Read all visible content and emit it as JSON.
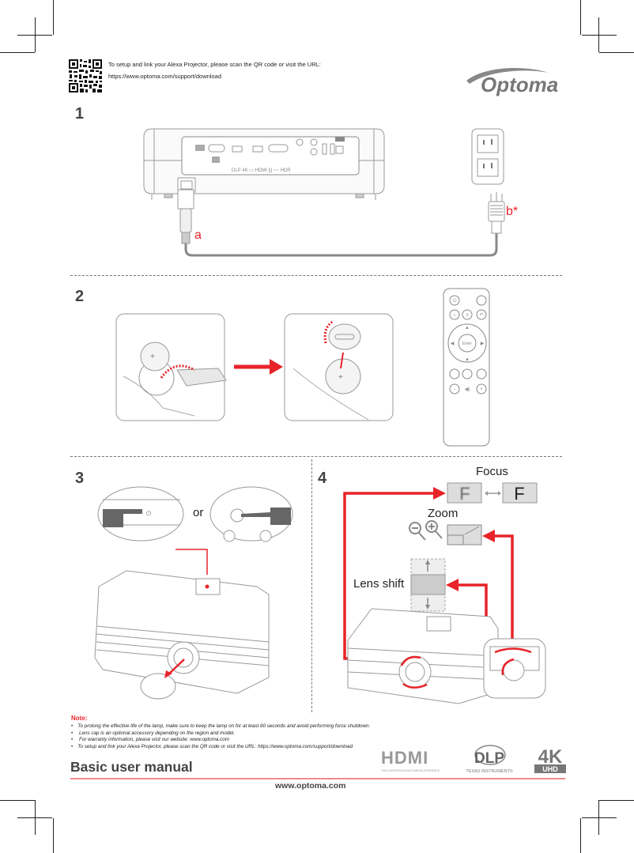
{
  "header": {
    "qr_code": "qr-code",
    "qr_instruction": "To setup and link your Alexa Projector, please scan the QR code or visit the URL:",
    "qr_url": "https://www.optoma.com/support/download",
    "brand": "Optoma"
  },
  "steps": [
    {
      "number": "1",
      "labels": {
        "projector_plug": "a",
        "wall_plug": "b*"
      }
    },
    {
      "number": "2"
    },
    {
      "number": "3",
      "or_label": "or"
    },
    {
      "number": "4",
      "focus_label": "Focus",
      "focus_letter": "F",
      "zoom_label": "Zoom",
      "lens_shift_label": "Lens shift"
    }
  ],
  "remote": {
    "enter_label": "Enter"
  },
  "notes": {
    "title": "Note:",
    "items": [
      "To prolong the effective life of the lamp, make sure to keep the lamp on for at least 60 seconds and avoid performing force shutdown.",
      " Lens cap is an optional accessory depending on the region and model.",
      " For warranty information, please visit our website: www.optoma.com",
      "To setup and link your Alexa Projector, please scan the QR code or visit the URL: https://www.optoma.com/support/download"
    ]
  },
  "footer": {
    "title": "Basic user manual",
    "website": "www.optoma.com",
    "logos": {
      "hdmi": "HDMI",
      "hdmi_tagline": "HIGH-DEFINITION MULTIMEDIA INTERFACE",
      "dlp": "DLP",
      "dlp_tagline": "TEXAS INSTRUMENTS",
      "uhd_top": "4K",
      "uhd_bottom": "UHD"
    }
  },
  "colors": {
    "accent_red": "#e8232a",
    "text_dark": "#444444",
    "line_gray": "#777777"
  }
}
